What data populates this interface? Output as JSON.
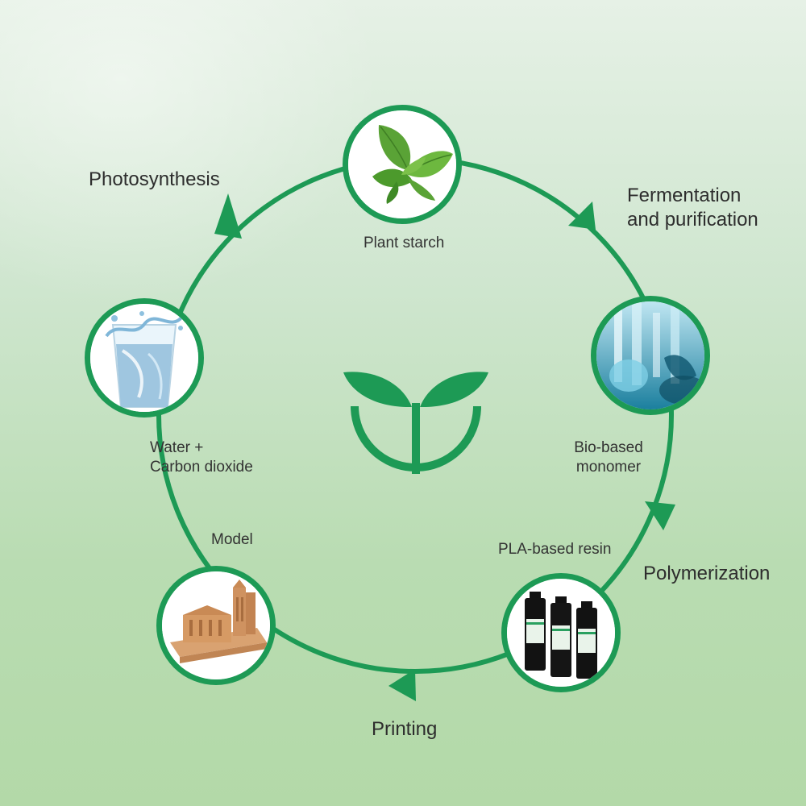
{
  "colors": {
    "cycle_green": "#1d9a55",
    "text": "#333333"
  },
  "stages": {
    "photosynthesis": "Photosynthesis",
    "fermentation_line1": "Fermentation",
    "fermentation_line2": "and purification",
    "polymerization": "Polymerization",
    "printing": "Printing"
  },
  "nodes": {
    "plant": {
      "label": "Plant starch",
      "icon": "leaf-icon"
    },
    "monomer": {
      "label_line1": "Bio-based",
      "label_line2": "monomer",
      "icon": "laboratory-icon"
    },
    "resin": {
      "label": "PLA-based resin",
      "icon": "resin-bottles-icon"
    },
    "model": {
      "label": "Model",
      "icon": "cathedral-model-icon"
    },
    "water": {
      "label_line1": "Water +",
      "label_line2": "Carbon dioxide",
      "icon": "water-glass-icon"
    }
  },
  "center_icon": "sprout-logo-icon"
}
